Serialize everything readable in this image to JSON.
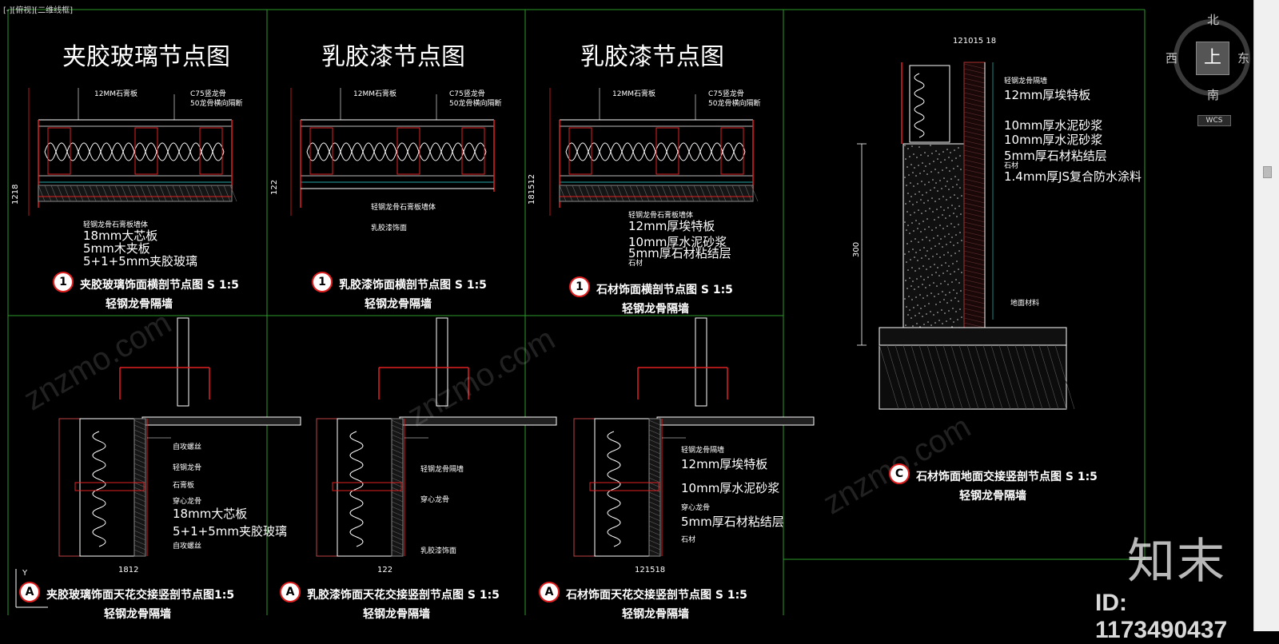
{
  "viewport": {
    "label": "[-][俯视][二维线框]"
  },
  "panels": [
    {
      "title": "夹胶玻璃节点图",
      "dims": "1218",
      "labels": [
        "12MM石膏板",
        "C75竖龙骨",
        "50龙骨横向隔断",
        "轻钢龙骨石膏板墙体",
        "18mm大芯板",
        "5mm木夹板",
        "5+1+5mm夹胶玻璃"
      ],
      "caption": "夹胶玻璃饰面横剖节点图  S 1:5",
      "marker": "1",
      "subtitle": "轻钢龙骨隔墙"
    },
    {
      "title": "乳胶漆节点图",
      "dims": "122",
      "labels": [
        "12MM石膏板",
        "C75竖龙骨",
        "50龙骨横向隔断",
        "轻钢龙骨石膏板墙体",
        "乳胶漆饰面"
      ],
      "caption": "乳胶漆饰面横剖节点图  S 1:5",
      "marker": "1",
      "subtitle": "轻钢龙骨隔墙"
    },
    {
      "title": "乳胶漆节点图",
      "dims": "181512",
      "labels": [
        "12MM石膏板",
        "C75竖龙骨",
        "50龙骨横向隔断",
        "轻钢龙骨石膏板墙体",
        "12mm厚埃特板",
        "10mm厚水泥砂浆",
        "5mm厚石材粘结层",
        "石材"
      ],
      "caption": "石材饰面横剖节点图   S 1:5",
      "marker": "1",
      "subtitle": "轻钢龙骨隔墙"
    },
    {
      "dims": "300",
      "topdims": "121015 18",
      "labels": [
        "轻钢龙骨隔墙",
        "12mm厚埃特板",
        "10mm厚水泥砂浆",
        "10mm厚水泥砂浆",
        "5mm厚石材粘结层",
        "石材",
        "1.4mm厚JS复合防水涂料",
        "地面材料"
      ],
      "caption": "石材饰面地面交接竖剖节点图   S 1:5",
      "marker": "C",
      "subtitle": "轻钢龙骨隔墙"
    },
    {
      "dims": "1812",
      "labels": [
        "自攻螺丝",
        "轻钢龙骨",
        "石膏板",
        "穿心龙骨",
        "18mm大芯板",
        "5+1+5mm夹胶玻璃",
        "自攻螺丝"
      ],
      "caption": "夹胶玻璃饰面天花交接竖剖节点图1:5",
      "marker": "A",
      "subtitle": "轻钢龙骨隔墙"
    },
    {
      "dims": "122",
      "labels": [
        "轻钢龙骨隔墙",
        "穿心龙骨",
        "乳胶漆饰面"
      ],
      "caption": "乳胶漆饰面天花交接竖剖节点图 S 1:5",
      "marker": "A",
      "subtitle": "轻钢龙骨隔墙"
    },
    {
      "dims": "121518",
      "labels": [
        "轻钢龙骨隔墙",
        "12mm厚埃特板",
        "10mm厚水泥砂浆",
        "穿心龙骨",
        "5mm厚石材粘结层",
        "石材"
      ],
      "caption": "石材饰面天花交接竖剖节点图   S 1:5",
      "marker": "A",
      "subtitle": "轻钢龙骨隔墙"
    }
  ],
  "viewcube": {
    "north": "北",
    "south": "南",
    "east": "东",
    "west": "西",
    "face": "上",
    "wcs": "WCS"
  },
  "ucs": {
    "y": "Y"
  },
  "watermark": {
    "logo": "知末",
    "id": "ID: 1173490437",
    "site": "znzmo.com"
  },
  "colors": {
    "frame": "#2a9a2a",
    "red": "#e02020",
    "teal": "#2aa8a8"
  }
}
